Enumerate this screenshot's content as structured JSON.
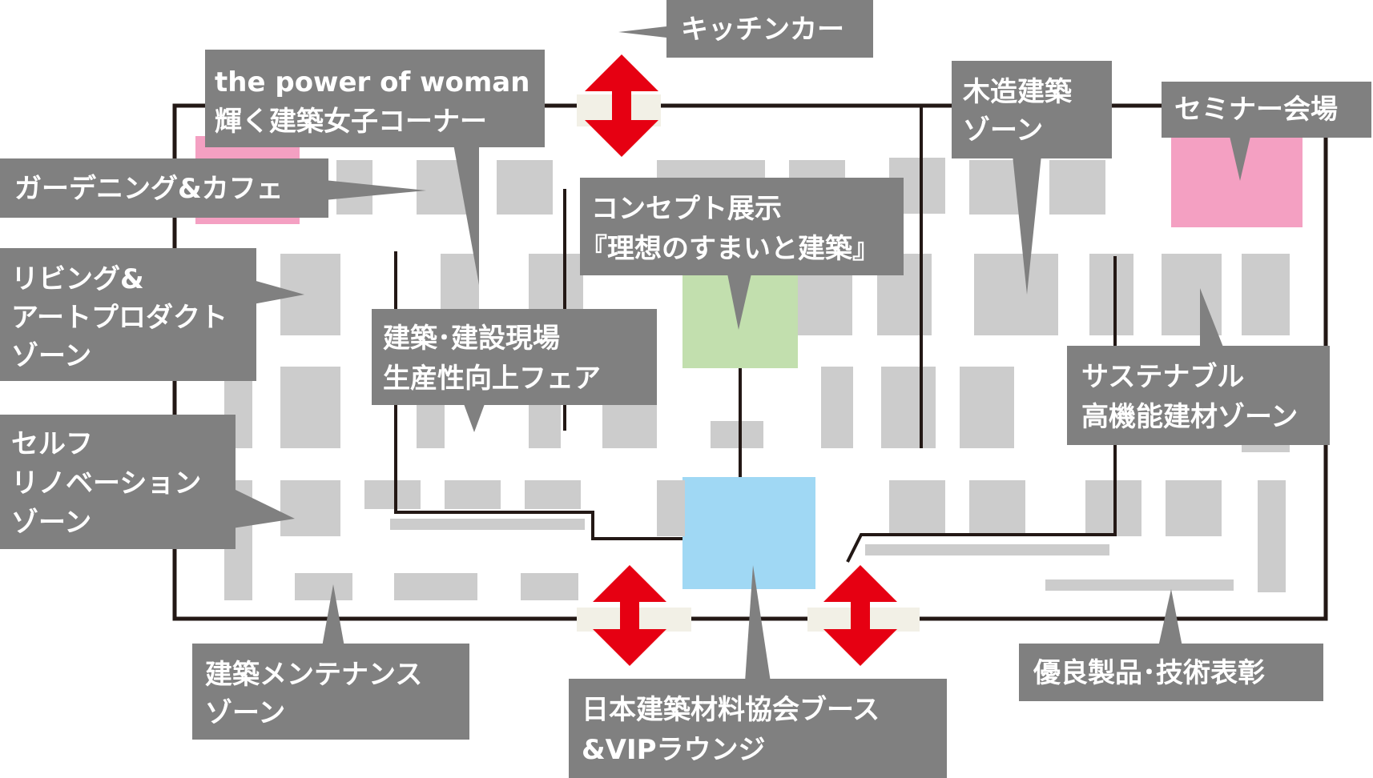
{
  "colors": {
    "booth": "#cccccc",
    "label_bg": "#808080",
    "label_text": "#ffffff",
    "wall": "#231815",
    "arrow": "#e60012",
    "door": "#f2f0e6",
    "gardening_cafe_area": "#f4a0c2",
    "seminar_area": "#f4a0c2",
    "concept_area": "#c2dfae",
    "jbma_booth_area": "#a0d8f4"
  },
  "labels": {
    "kitchen_car": [
      "キッチンカー"
    ],
    "power_of_woman": [
      "the power of woman",
      "輝く建築女子コーナー"
    ],
    "gardening_cafe": [
      "ガーデニング&カフェ"
    ],
    "living_art": [
      "リビング&",
      "アートプロダクト",
      "ゾーン"
    ],
    "self_renovation": [
      "セルフ",
      "リノベーション",
      "ゾーン"
    ],
    "construction_fair": [
      "建築･建設現場",
      "生産性向上フェア"
    ],
    "concept": [
      "コンセプト展示",
      "『理想のすまいと建築』"
    ],
    "wooden": [
      "木造建築",
      "ゾーン"
    ],
    "seminar": [
      "セミナー会場"
    ],
    "sustainable": [
      "サステナブル",
      "高機能建材ゾーン"
    ],
    "maintenance": [
      "建築メンテナンス",
      "ゾーン"
    ],
    "jbma_booth": [
      "日本建築材料協会ブース",
      "&VIPラウンジ"
    ],
    "award": [
      "優良製品･技術表彰"
    ]
  },
  "icons": {
    "entrance_arrow": "double-headed-vertical-arrow"
  }
}
